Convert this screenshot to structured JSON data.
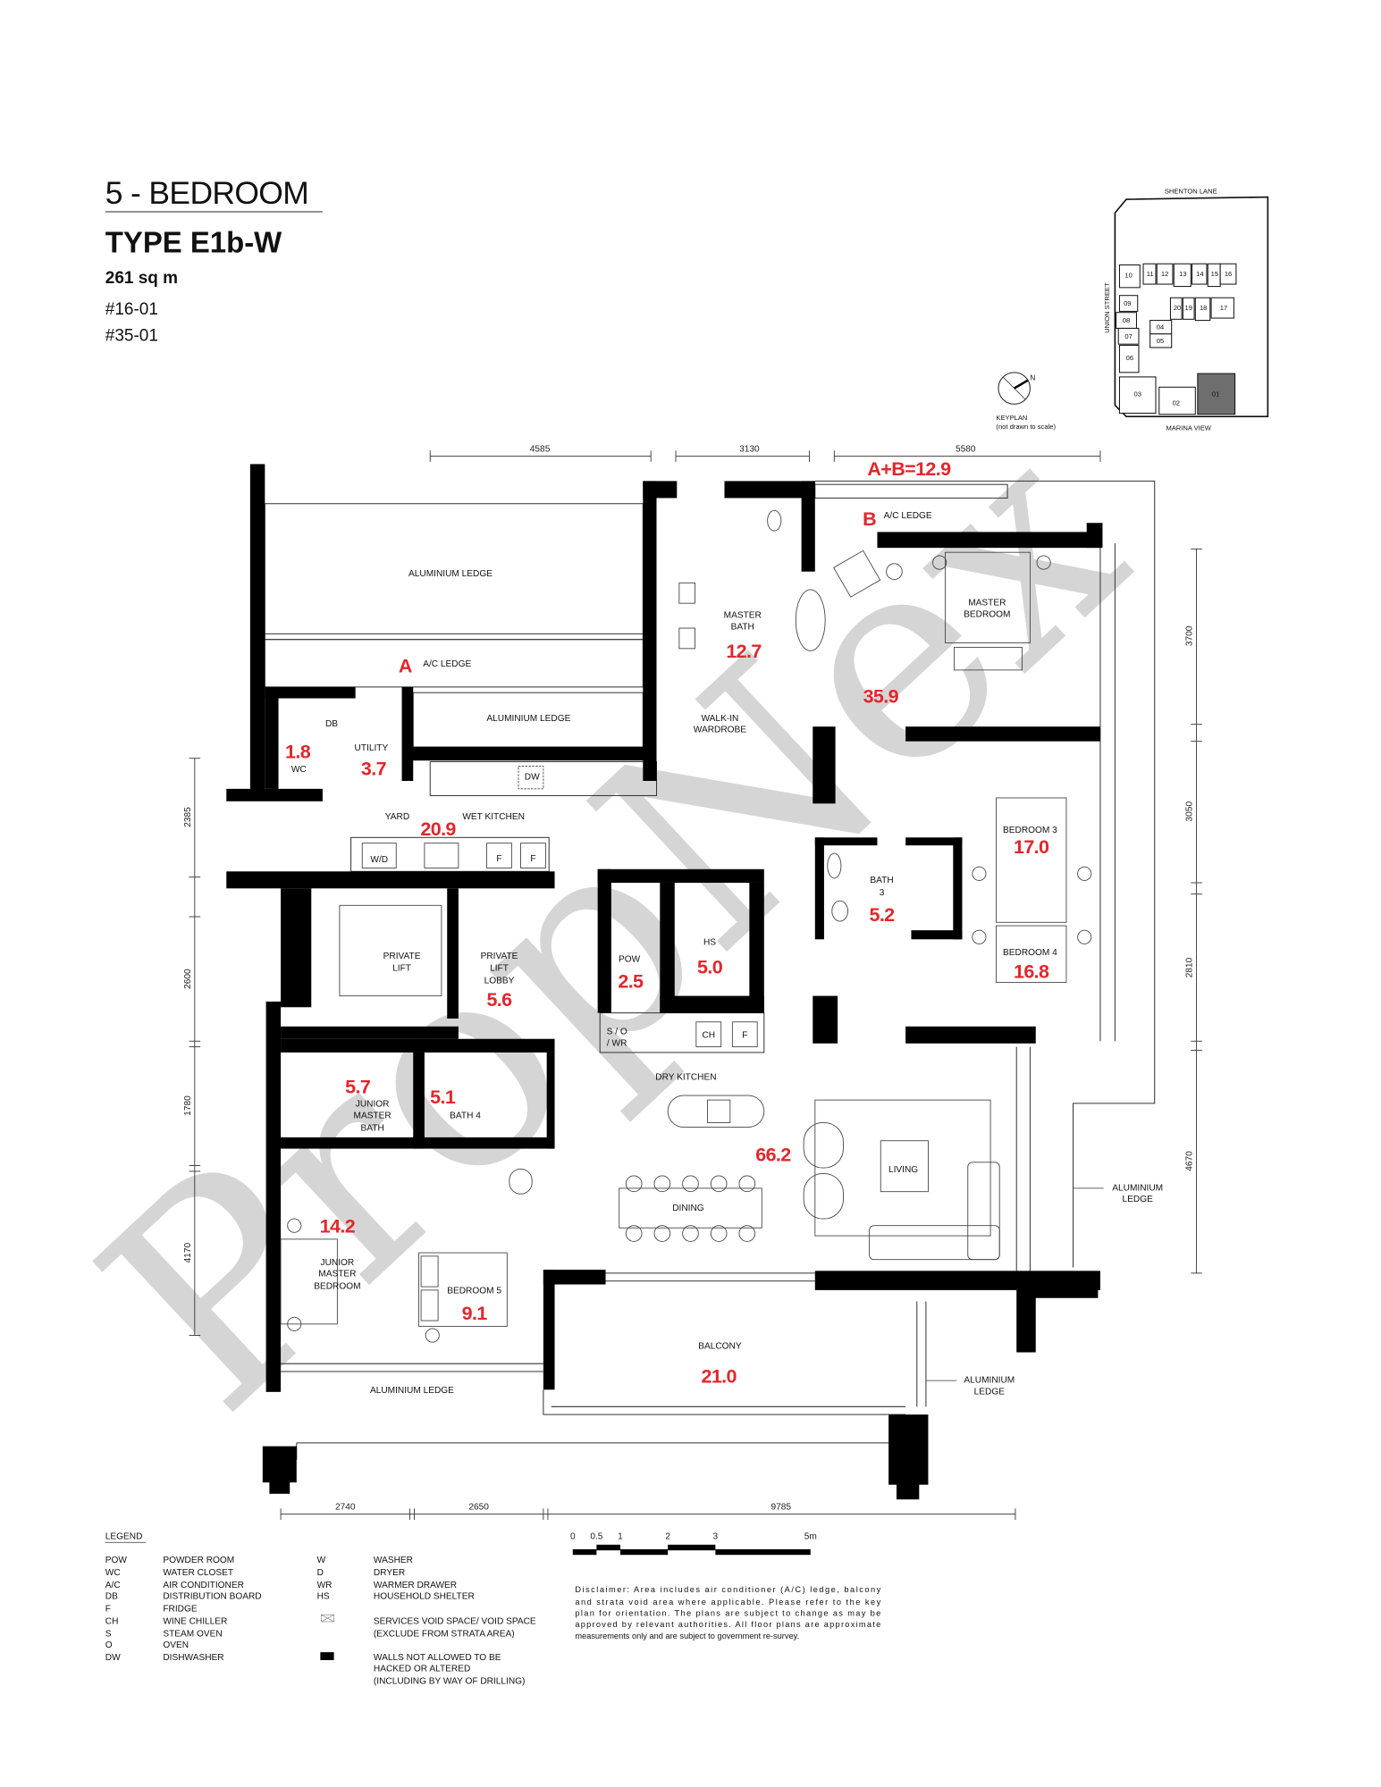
{
  "header": {
    "bedrooms": "5 - BEDROOM",
    "type": "TYPE E1b-W",
    "area": "261 sq m",
    "units": [
      "#16-01",
      "#35-01"
    ]
  },
  "keyplan": {
    "north_road": "SHENTON LANE",
    "south_road": "MARINA VIEW",
    "west_road": "UNION STREET",
    "north": "N",
    "title": "KEYPLAN",
    "note": "(not drawn to scale)",
    "highlighted_unit": "01",
    "units": [
      "10",
      "11",
      "12",
      "13",
      "14",
      "15",
      "16",
      "20",
      "19",
      "18",
      "17",
      "09",
      "08",
      "04",
      "05",
      "07",
      "06",
      "03",
      "02",
      "01"
    ],
    "highlight_color": "#6e6e6e"
  },
  "dimensions": {
    "top": [
      "4585",
      "3130",
      "5580"
    ],
    "left": [
      "2385",
      "2600",
      "1780",
      "4170"
    ],
    "right": [
      "3700",
      "3050",
      "2810",
      "4670"
    ],
    "bottom": [
      "2740",
      "2650",
      "9785"
    ]
  },
  "labels": {
    "aluminium_ledge": "ALUMINIUM LEDGE",
    "ac_ledge": "A/C LEDGE",
    "mark_a": "A",
    "mark_b": "B",
    "ac_total": "A+B=12.9",
    "db": "DB",
    "wc": "WC",
    "utility": "UTILITY",
    "yard": "YARD",
    "wet_kitchen": "WET KITCHEN",
    "wd": "W/D",
    "f": "F",
    "dw": "DW",
    "master_bath": [
      "MASTER",
      "BATH"
    ],
    "master_bedroom": [
      "MASTER",
      "BEDROOM"
    ],
    "walk_in": [
      "WALK-IN",
      "WARDROBE"
    ],
    "bedroom3": "BEDROOM 3",
    "bath3": [
      "BATH",
      "3"
    ],
    "bedroom4": "BEDROOM 4",
    "private_lift": [
      "PRIVATE",
      "LIFT"
    ],
    "private_lift_lobby": [
      "PRIVATE",
      "LIFT",
      "LOBBY"
    ],
    "pow": "POW",
    "hs": "HS",
    "so_wr": [
      "S / O",
      "/ WR"
    ],
    "ch": "CH",
    "dry_kitchen": "DRY KITCHEN",
    "junior_master_bath": [
      "JUNIOR",
      "MASTER",
      "BATH"
    ],
    "bath4": "BATH 4",
    "living": "LIVING",
    "dining": "DINING",
    "junior_master_bedroom": [
      "JUNIOR",
      "MASTER",
      "BEDROOM"
    ],
    "bedroom5": "BEDROOM 5",
    "balcony": "BALCONY",
    "aluminium_ledge_2": [
      "ALUMINIUM",
      "LEDGE"
    ]
  },
  "areas": {
    "wc": "1.8",
    "utility": "3.7",
    "yard_wet_kitchen": "20.9",
    "master_bath": "12.7",
    "master_bedroom": "35.9",
    "bedroom3": "17.0",
    "bath3": "5.2",
    "bedroom4": "16.8",
    "private_lift_lobby": "5.6",
    "pow": "2.5",
    "hs": "5.0",
    "junior_master_bath": "5.7",
    "bath4": "5.1",
    "living_dining": "66.2",
    "junior_master_bedroom": "14.2",
    "bedroom5": "9.1",
    "balcony": "21.0"
  },
  "legend": {
    "title": "LEGEND",
    "col1": [
      {
        "abbr": "POW",
        "desc": "POWDER ROOM"
      },
      {
        "abbr": "WC",
        "desc": "WATER CLOSET"
      },
      {
        "abbr": "A/C",
        "desc": "AIR CONDITIONER"
      },
      {
        "abbr": "DB",
        "desc": "DISTRIBUTION BOARD"
      },
      {
        "abbr": "F",
        "desc": "FRIDGE"
      },
      {
        "abbr": "CH",
        "desc": "WINE CHILLER"
      },
      {
        "abbr": "S",
        "desc": "STEAM OVEN"
      },
      {
        "abbr": "O",
        "desc": "OVEN"
      },
      {
        "abbr": "DW",
        "desc": "DISHWASHER"
      }
    ],
    "col2": [
      {
        "abbr": "W",
        "desc": "WASHER"
      },
      {
        "abbr": "D",
        "desc": "DRYER"
      },
      {
        "abbr": "WR",
        "desc": "WARMER DRAWER"
      },
      {
        "abbr": "HS",
        "desc": "HOUSEHOLD SHELTER"
      }
    ],
    "void": [
      "SERVICES VOID SPACE/ VOID SPACE",
      "(EXCLUDE FROM STRATA AREA)"
    ],
    "walls": [
      "WALLS NOT ALLOWED TO BE",
      "HACKED OR ALTERED",
      "(INCLUDING BY WAY OF DRILLING)"
    ]
  },
  "scale_bar": {
    "ticks": [
      "0",
      "0.5",
      "1",
      "2",
      "3",
      "5m"
    ]
  },
  "disclaimer": [
    "Disclaimer: Area includes air conditioner (A/C) ledge, balcony",
    "and strata void area where applicable. Please refer to the key",
    "plan  for orientation. The plans are subject to change as may be",
    "approved by relevant  authorities.  All floor plans are approximate",
    "measurements only and are subject to government re-survey."
  ],
  "watermark": "PropNex",
  "colors": {
    "area_text": "#e3262b",
    "walls": "#000000",
    "watermark": "#c8c8c8"
  }
}
